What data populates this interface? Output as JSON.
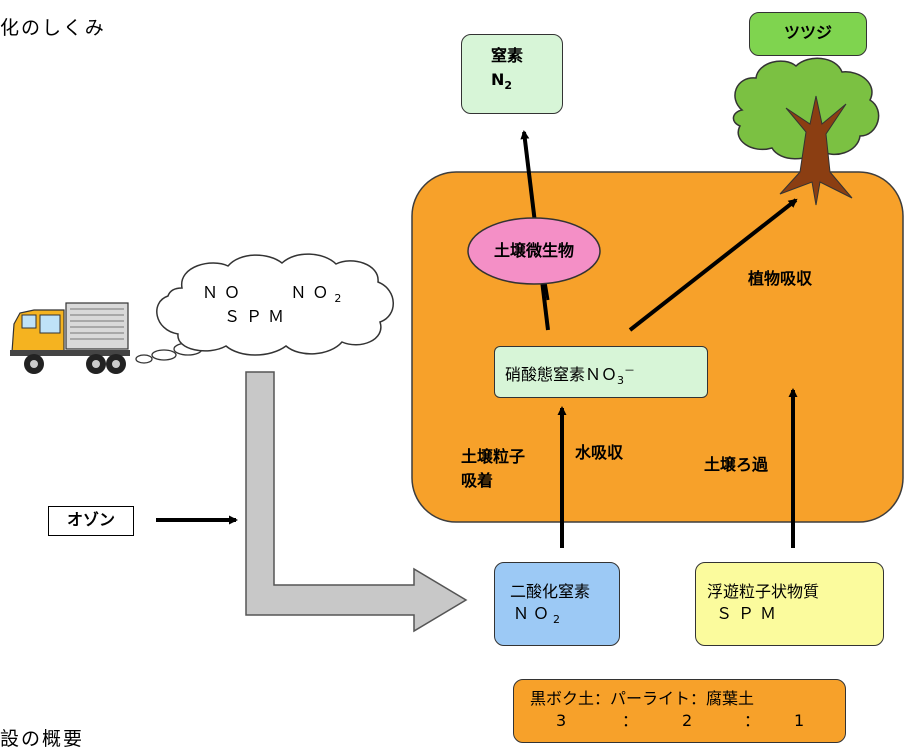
{
  "heading_partial": "化のしくみ",
  "footer_partial": "設の概要",
  "tree_label": "ツツジ",
  "nitrogen_gas": {
    "name": "窒素",
    "formula": "N",
    "subscript": "2"
  },
  "microbe": "土壌微生物",
  "plant_absorption": "植物吸収",
  "nitrate": {
    "name": "硝酸態窒素ＮＯ",
    "subscript": "3",
    "superscript": "－"
  },
  "pollutants": {
    "line1_a": "ＮＯ",
    "line1_b": "ＮＯ",
    "line1_b_sub": "2",
    "line2": "ＳＰＭ"
  },
  "soil_adsorption": [
    "土壌粒子",
    "吸着"
  ],
  "water_absorption": "水吸収",
  "soil_filtration": "土壌ろ過",
  "ozone": "オゾン",
  "no2_box": {
    "name": "二酸化窒素",
    "formula": "ＮＯ",
    "subscript": "2"
  },
  "spm_box": {
    "name": "浮遊粒子状物質",
    "formula": "ＳＰＭ"
  },
  "soil_mix": {
    "line1": "黒ボク土：パーライト：腐葉土",
    "ratio": [
      "3",
      "：",
      "2",
      "：",
      "1"
    ]
  },
  "colors": {
    "soil": "#f7a12a",
    "nitrogen_box": "#d7f5d7",
    "microbe": "#f48fc6",
    "nitrate_box": "#d7f5d7",
    "no2_box": "#9cc9f5",
    "spm_box": "#fbfb9d",
    "tree_label": "#7fd44f",
    "foliage": "#7bc142",
    "trunk": "#8b3e12",
    "big_arrow": "#c8c8c8"
  }
}
